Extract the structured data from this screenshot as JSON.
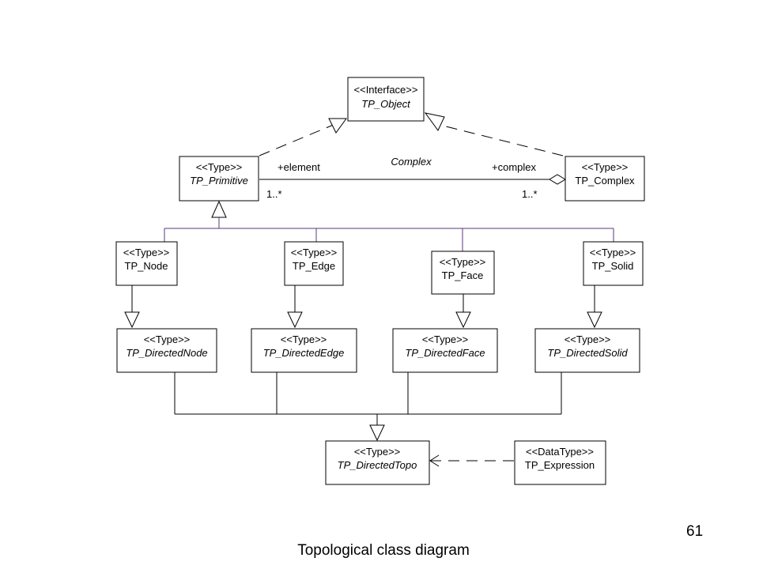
{
  "caption": "Topological class diagram",
  "page_number": "61",
  "classes": {
    "tp_object": {
      "stereotype": "<<Interface>>",
      "name": "TP_Object"
    },
    "tp_primitive": {
      "stereotype": "<<Type>>",
      "name": "TP_Primitive"
    },
    "tp_complex": {
      "stereotype": "<<Type>>",
      "name": "TP_Complex"
    },
    "tp_node": {
      "stereotype": "<<Type>>",
      "name": "TP_Node"
    },
    "tp_edge": {
      "stereotype": "<<Type>>",
      "name": "TP_Edge"
    },
    "tp_face": {
      "stereotype": "<<Type>>",
      "name": "TP_Face"
    },
    "tp_solid": {
      "stereotype": "<<Type>>",
      "name": "TP_Solid"
    },
    "tp_directednode": {
      "stereotype": "<<Type>>",
      "name": "TP_DirectedNode"
    },
    "tp_directededge": {
      "stereotype": "<<Type>>",
      "name": "TP_DirectedEdge"
    },
    "tp_directedface": {
      "stereotype": "<<Type>>",
      "name": "TP_DirectedFace"
    },
    "tp_directedsolid": {
      "stereotype": "<<Type>>",
      "name": "TP_DirectedSolid"
    },
    "tp_directedtopo": {
      "stereotype": "<<Type>>",
      "name": "TP_DirectedTopo"
    },
    "tp_expression": {
      "stereotype": "<<DataType>>",
      "name": "TP_Expression"
    }
  },
  "association": {
    "name": "Complex",
    "left_role": "+element",
    "right_role": "+complex",
    "left_multiplicity": "1..*",
    "right_multiplicity": "1..*"
  }
}
